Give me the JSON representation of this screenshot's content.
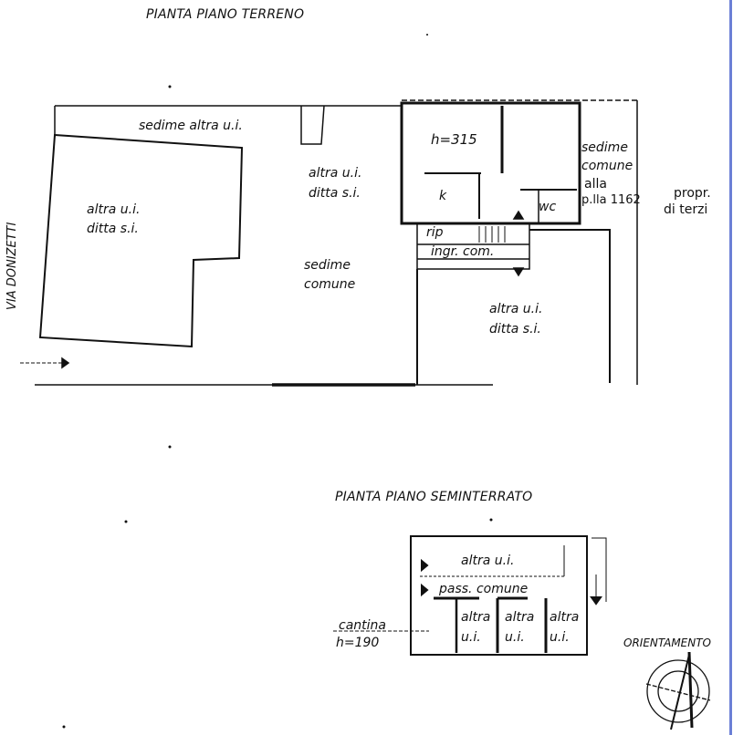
{
  "ground_floor": {
    "title": "PIANTA PIANO TERRENO",
    "street": "VIA DONIZETTI",
    "labels": {
      "sedime_altra": "sedime altra u.i.",
      "altra_left_1": "altra u.i.",
      "altra_left_2": "ditta s.i.",
      "altra_mid_1": "altra u.i.",
      "altra_mid_2": "ditta s.i.",
      "sedime_comune_1": "sedime",
      "sedime_comune_2": "comune",
      "height": "h=315",
      "kitchen": "k",
      "wc": "wc",
      "rip": "rip",
      "ingr": "ingr. com.",
      "sedime_right_1": "sedime",
      "sedime_right_2": "comune",
      "sedime_right_3": "alla",
      "sedime_right_4": "p.lla 1162",
      "propr_1": "propr.",
      "propr_2": "di terzi",
      "altra_lower_1": "altra u.i.",
      "altra_lower_2": "ditta s.i."
    }
  },
  "basement": {
    "title": "PIANTA PIANO SEMINTERRATO",
    "labels": {
      "altra_top": "altra u.i.",
      "pass": "pass. comune",
      "c1a": "altra",
      "c1b": "u.i.",
      "c2a": "altra",
      "c2b": "u.i.",
      "c3a": "altra",
      "c3b": "u.i.",
      "cantina": "cantina",
      "height": "h=190"
    }
  },
  "orientation": {
    "label": "ORIENTAMENTO"
  }
}
